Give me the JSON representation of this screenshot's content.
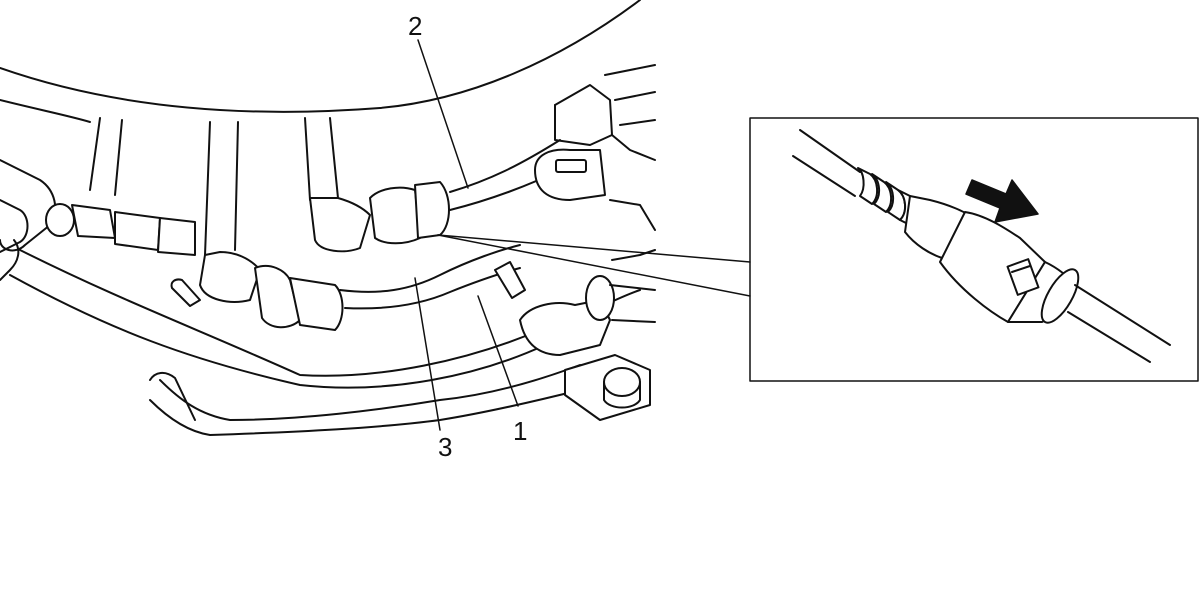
{
  "figure": {
    "callouts": [
      {
        "id": "callout-1",
        "label": "1"
      },
      {
        "id": "callout-2",
        "label": "2"
      },
      {
        "id": "callout-3",
        "label": "3"
      }
    ],
    "arrow_icon": "arrow-icon",
    "colors": {
      "line": "#111111",
      "background": "#ffffff"
    }
  }
}
